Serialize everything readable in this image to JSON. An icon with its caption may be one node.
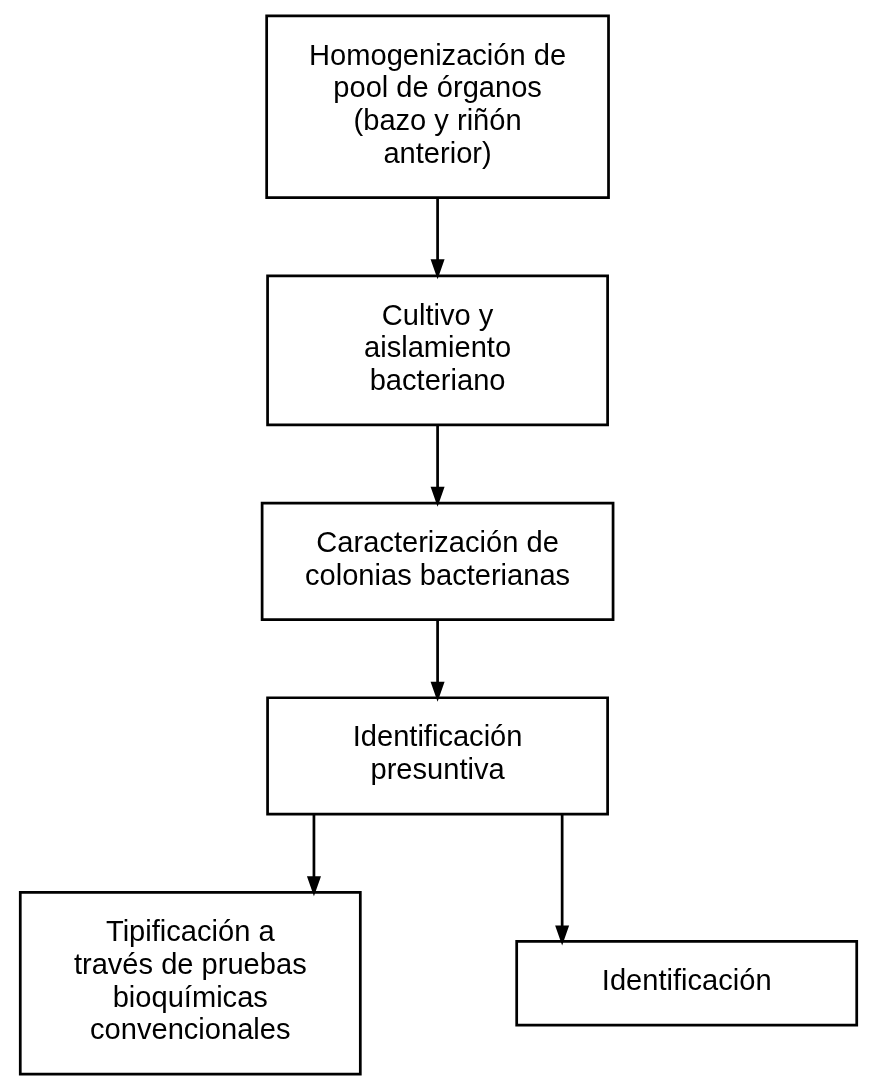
{
  "diagram": {
    "nodes": [
      {
        "text": [
          "Homogenización de pool de órganos (bazo y riñón anterior)"
        ]
      },
      {
        "text": [
          "Cultivo y aislamiento bacteriano"
        ]
      },
      {
        "text": [
          "Caracterización de colonias bacterianas"
        ]
      },
      {
        "text": [
          "Identificación presuntiva"
        ]
      },
      {
        "text": [
          "Tipificación a través de pruebas bioquímicas convencionales"
        ]
      },
      {
        "text": [
          "Identificación"
        ]
      }
    ],
    "edges": [
      {
        "from": 0,
        "to": 1,
        "arrow": "to"
      },
      {
        "from": 1,
        "to": 2,
        "arrow": "to"
      },
      {
        "from": 2,
        "to": 3,
        "arrow": "to"
      },
      {
        "from": 3,
        "to": 4,
        "arrow": "to"
      },
      {
        "from": 3,
        "to": 5,
        "arrow": "to"
      }
    ]
  }
}
